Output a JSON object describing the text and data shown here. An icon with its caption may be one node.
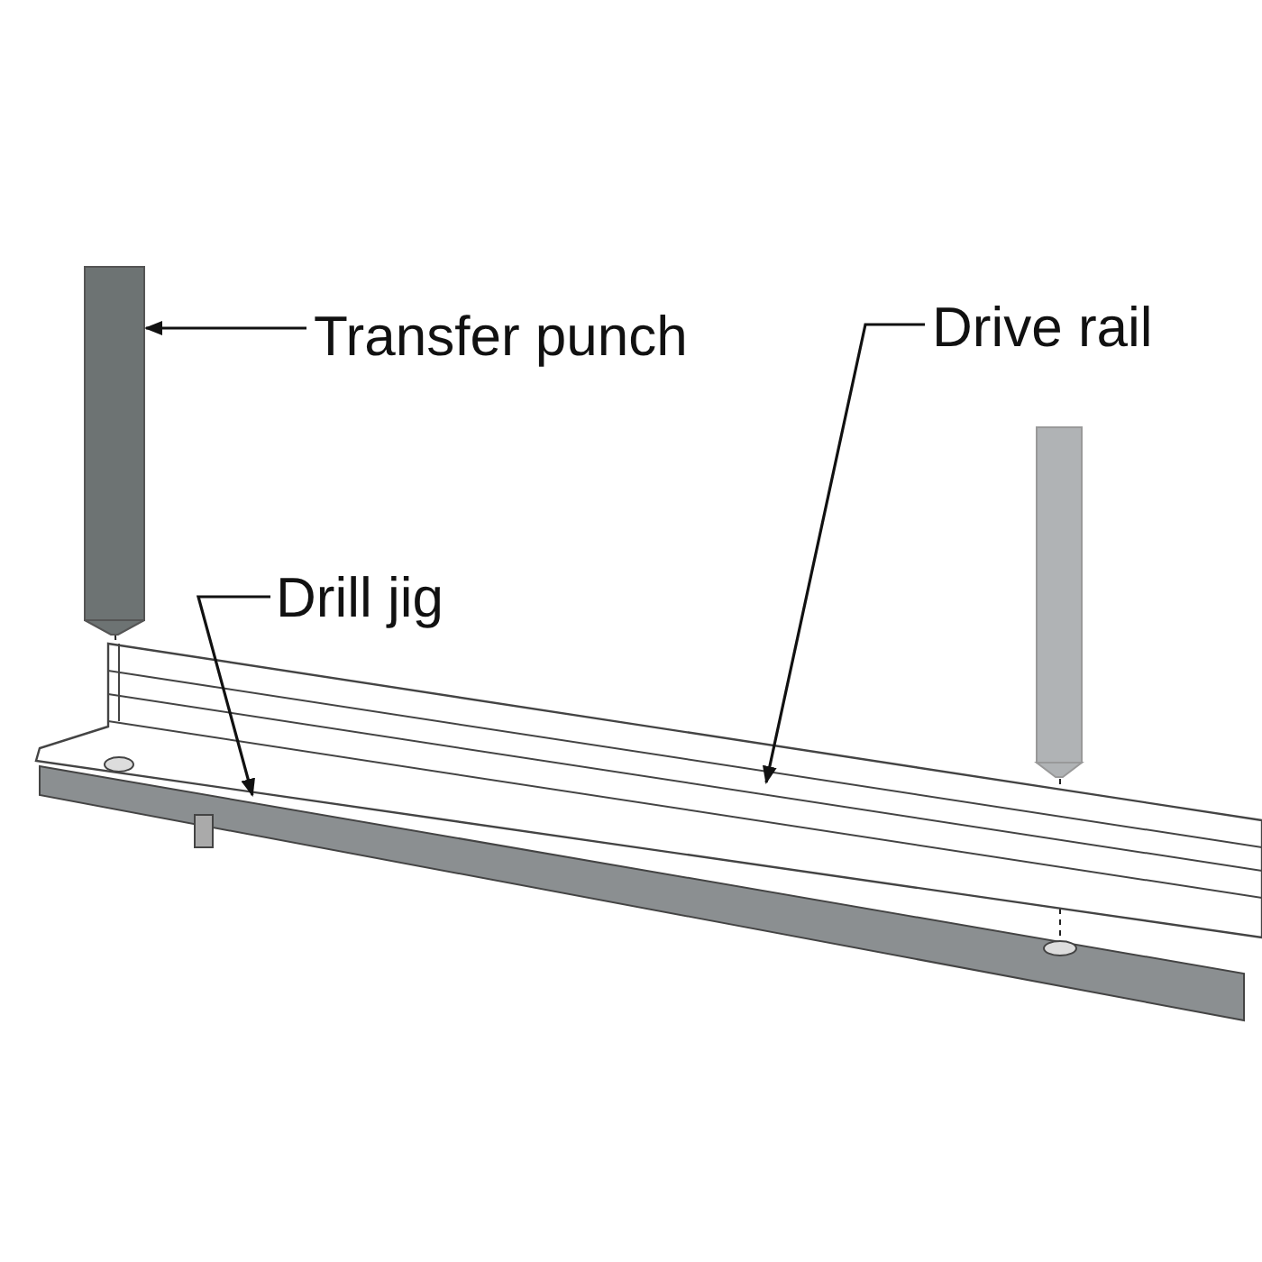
{
  "diagram": {
    "nodes": [
      {
        "text": [
          "Transfer punch"
        ]
      },
      {
        "text": [],
        "shape": "bar"
      },
      {
        "text": [
          "Drive rail"
        ]
      },
      {
        "text": [],
        "shape": "picture"
      },
      {
        "text": [
          "Drill jig"
        ]
      },
      {
        "text": [],
        "shape": "picture"
      },
      {
        "text": [],
        "shape": "bar"
      }
    ],
    "edges": [
      {
        "from": 0,
        "to": 1,
        "arrow": "to"
      },
      {
        "from": 2,
        "to": 3,
        "arrow": "to"
      },
      {
        "from": 4,
        "to": 5,
        "arrow": "to"
      }
    ]
  }
}
